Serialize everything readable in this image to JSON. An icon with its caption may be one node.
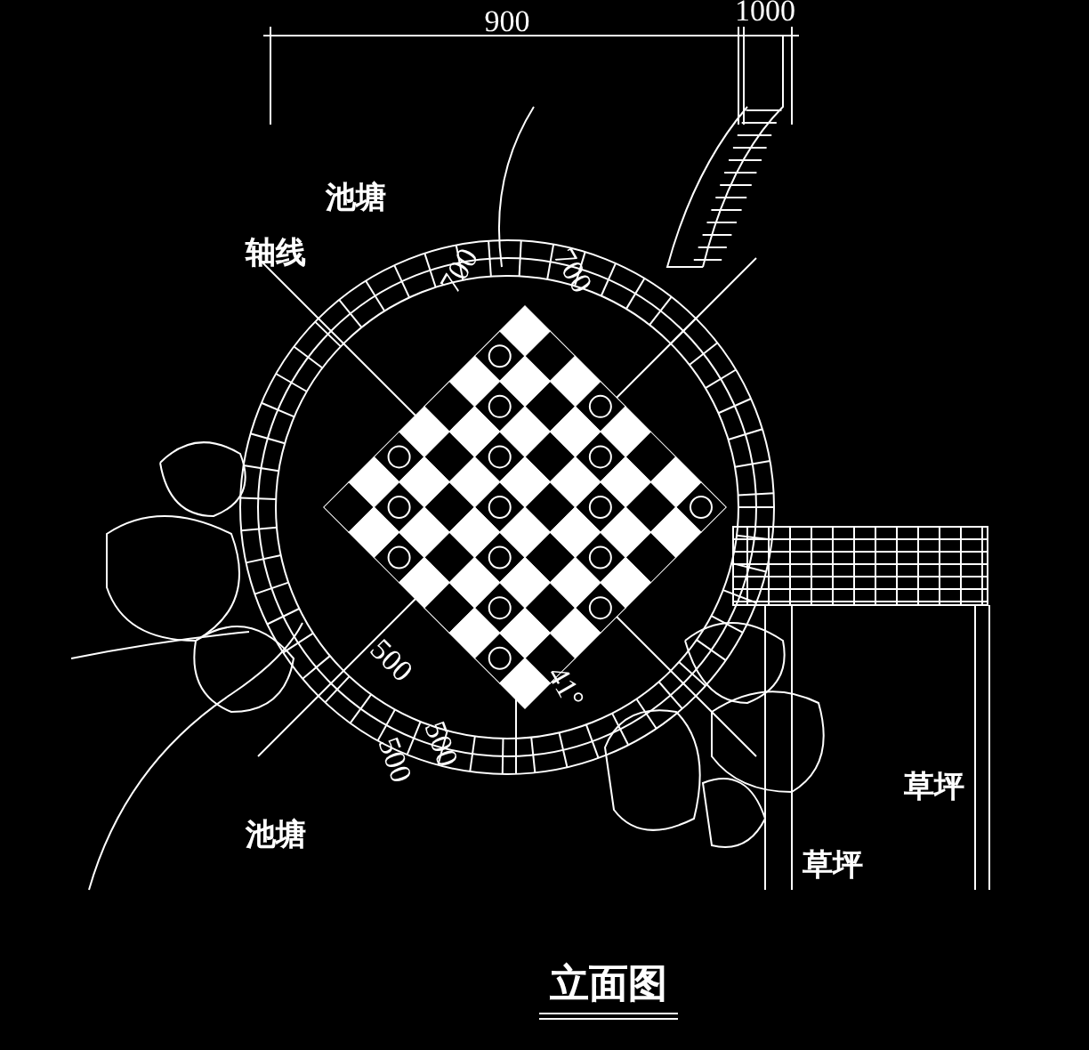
{
  "diagram": {
    "title": "立面图",
    "labels": [
      "900",
      "1000",
      "池塘",
      "轴线",
      "700",
      "700",
      "500",
      "41°",
      "500",
      "500",
      "池塘",
      "草坪",
      "草坪"
    ]
  }
}
